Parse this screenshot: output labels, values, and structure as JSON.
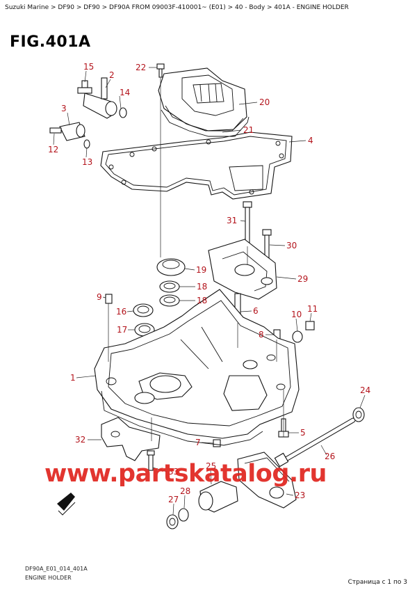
{
  "breadcrumb": "Suzuki Marine > DF90 > DF90 > DF90A FROM 09003F-410001~ (E01) > 40 - Body > 401A - ENGINE HOLDER",
  "figure_title": "FIG.401A",
  "footer": {
    "code": "DF90A_E01_014_401A",
    "name": "ENGINE HOLDER",
    "page_count": "Страница с 1 по 3"
  },
  "watermark": "www.partskatalog.ru",
  "callouts": {
    "c1": "1",
    "c2": "2",
    "c3": "3",
    "c4": "4",
    "c5": "5",
    "c6": "6",
    "c7": "7",
    "c8": "8",
    "c9": "9",
    "c10": "10",
    "c11": "11",
    "c12": "12",
    "c13": "13",
    "c14": "14",
    "c15": "15",
    "c16": "16",
    "c17": "17",
    "c18a": "18",
    "c18b": "18",
    "c19": "19",
    "c20": "20",
    "c21": "21",
    "c22": "22",
    "c23": "23",
    "c24": "24",
    "c25": "25",
    "c26": "26",
    "c27": "27",
    "c28": "28",
    "c29": "29",
    "c30": "30",
    "c31": "31",
    "c32": "32",
    "c33": "33"
  },
  "colors": {
    "callout": "#b3131b",
    "watermark": "#e0241e"
  },
  "icons": {
    "direction_arrow": "front-arrow-icon"
  }
}
